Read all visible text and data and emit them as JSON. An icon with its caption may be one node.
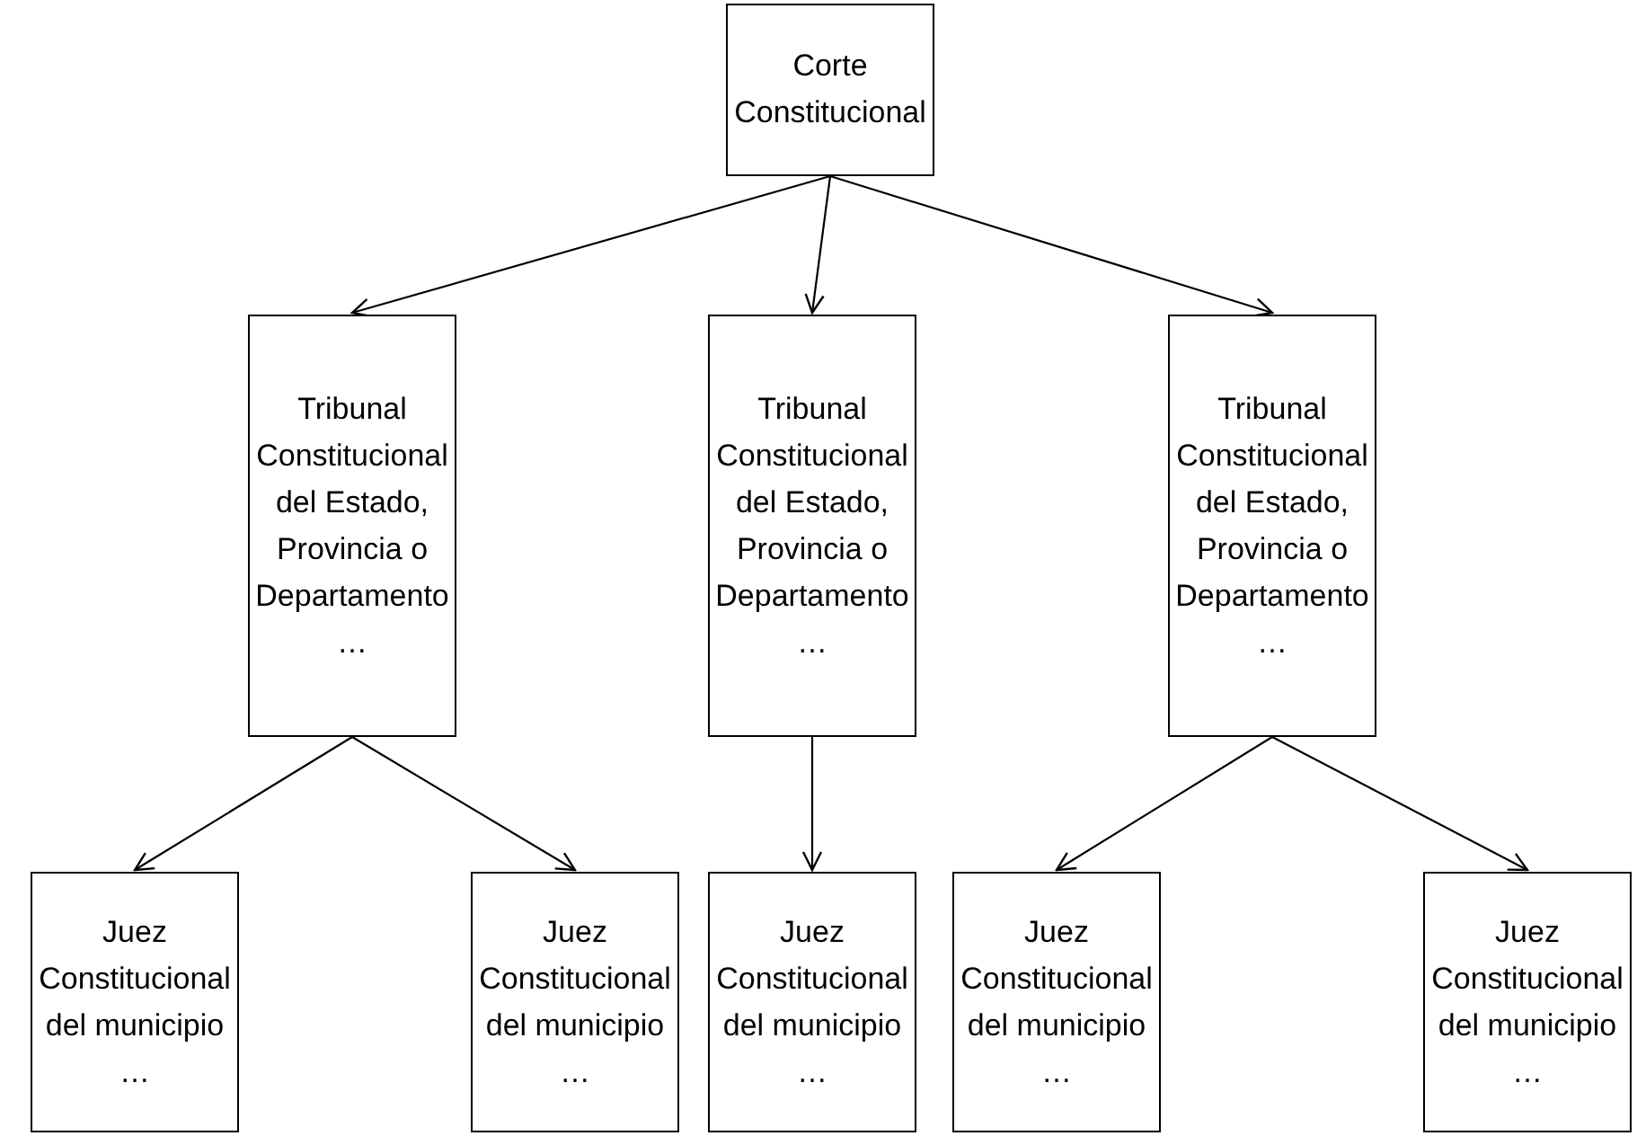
{
  "diagram": {
    "nodes": [
      {
        "text": [
          "Corte Constitucional"
        ]
      },
      {
        "text": [
          "Tribunal Constitucional del Estado, Provincia o Departamento …"
        ]
      },
      {
        "text": [
          "Tribunal Constitucional del Estado, Provincia o Departamento …"
        ]
      },
      {
        "text": [
          "Tribunal Constitucional del Estado, Provincia o Departamento …"
        ]
      },
      {
        "text": [
          "Juez Constitucional del municipio …"
        ]
      },
      {
        "text": [
          "Juez Constitucional del municipio …"
        ]
      },
      {
        "text": [
          "Juez Constitucional del municipio …"
        ]
      },
      {
        "text": [
          "Juez Constitucional del municipio …"
        ]
      },
      {
        "text": [
          "Juez Constitucional del municipio …"
        ]
      }
    ],
    "edges": [
      {
        "from": 0,
        "to": 1,
        "arrow": "to"
      },
      {
        "from": 0,
        "to": 2,
        "arrow": "to"
      },
      {
        "from": 0,
        "to": 3,
        "arrow": "to"
      },
      {
        "from": 1,
        "to": 4,
        "arrow": "to"
      },
      {
        "from": 1,
        "to": 5,
        "arrow": "to"
      },
      {
        "from": 2,
        "to": 6,
        "arrow": "to"
      },
      {
        "from": 3,
        "to": 7,
        "arrow": "to"
      },
      {
        "from": 3,
        "to": 8,
        "arrow": "to"
      }
    ]
  }
}
